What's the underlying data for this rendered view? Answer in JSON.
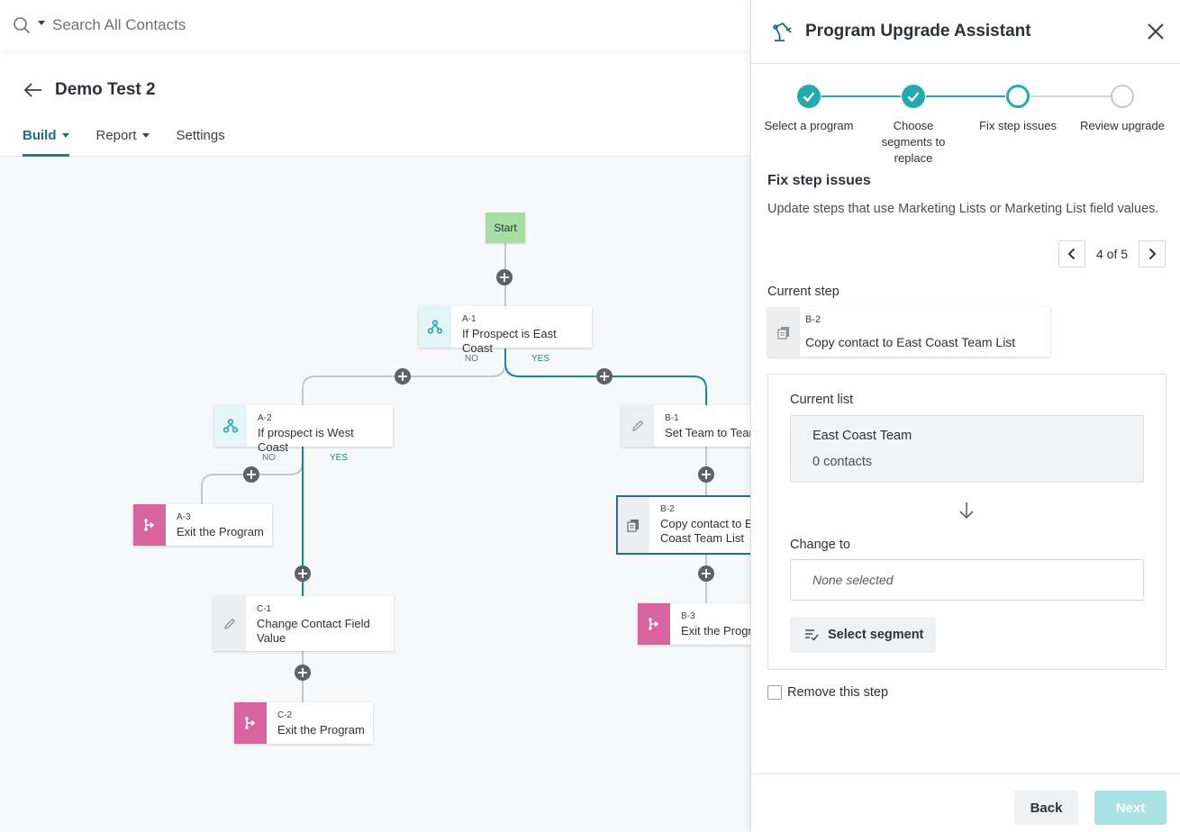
{
  "search": {
    "placeholder": "Search All Contacts"
  },
  "program": {
    "title": "Demo Test 2",
    "tabs": [
      {
        "label": "Build",
        "active": true,
        "has_menu": true
      },
      {
        "label": "Report",
        "active": false,
        "has_menu": true
      },
      {
        "label": "Settings",
        "active": false,
        "has_menu": false
      }
    ]
  },
  "flow": {
    "start_label": "Start",
    "branch_no": "NO",
    "branch_yes": "YES",
    "nodes": {
      "a1": {
        "code": "A-1",
        "label": "If Prospect is East Coast",
        "icon": "branch-icon"
      },
      "a2": {
        "code": "A-2",
        "label": "If prospect is West Coast",
        "icon": "branch-icon"
      },
      "a3": {
        "code": "A-3",
        "label": "Exit the Program",
        "icon": "exit-icon"
      },
      "b1": {
        "code": "B-1",
        "label": "Set Team to Tear",
        "icon": "pencil-icon"
      },
      "b2": {
        "code": "B-2",
        "label": "Copy contact to E",
        "label2": "Coast Team List",
        "icon": "copy-list-icon"
      },
      "b3": {
        "code": "B-3",
        "label": "Exit the Progr",
        "icon": "exit-icon"
      },
      "c1": {
        "code": "C-1",
        "label": "Change Contact Field",
        "label2": "Value",
        "icon": "pencil-icon"
      },
      "c2": {
        "code": "C-2",
        "label": "Exit the Program",
        "icon": "exit-icon"
      }
    }
  },
  "assistant": {
    "title": "Program Upgrade Assistant",
    "steps": [
      {
        "label": "Select a program",
        "state": "done"
      },
      {
        "label": "Choose segments to replace",
        "state": "done"
      },
      {
        "label": "Fix step issues",
        "state": "current"
      },
      {
        "label": "Review upgrade",
        "state": "todo"
      }
    ],
    "section_title": "Fix step issues",
    "section_desc": "Update steps that use Marketing Lists or Marketing List field values.",
    "pager": {
      "current": 4,
      "total": 5,
      "text": "4 of 5"
    },
    "current_step_title": "Current step",
    "current_step": {
      "code": "B-2",
      "label": "Copy contact to East Coast Team List"
    },
    "current_list_title": "Current list",
    "current_list": {
      "name": "East Coast Team",
      "count": "0 contacts"
    },
    "change_to_title": "Change to",
    "change_to_placeholder": "None selected",
    "select_segment_label": "Select segment",
    "remove_step_label": "Remove this step",
    "remove_step_checked": false,
    "back_label": "Back",
    "next_label": "Next"
  },
  "colors": {
    "accent": "#1b7f8c",
    "step_done": "#23a9ae",
    "next_disabled": "#a9e1e4",
    "exit_node": "#d8649f",
    "start_node": "#a7dca4"
  }
}
